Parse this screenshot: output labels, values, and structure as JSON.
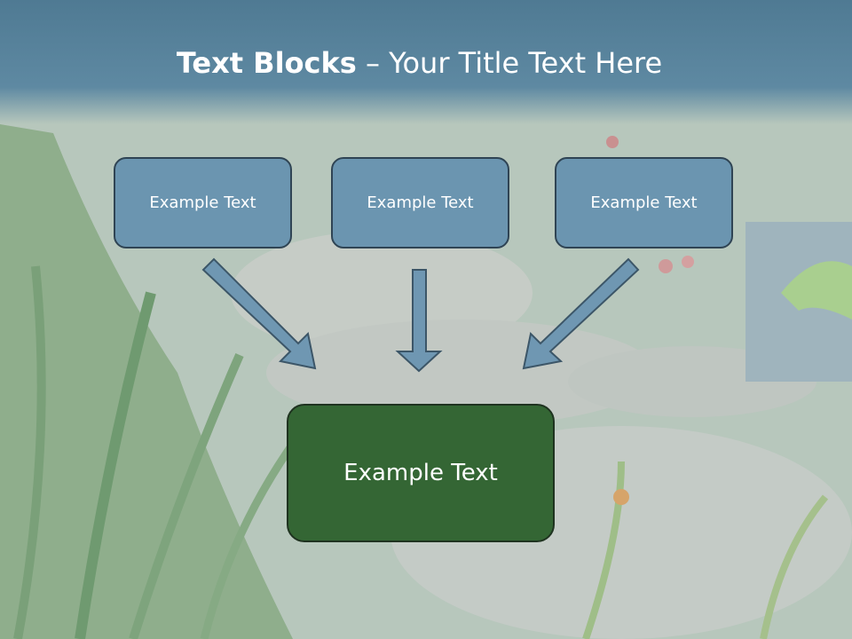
{
  "title": {
    "bold": "Text Blocks",
    "separator": " – ",
    "rest": "Your Title Text Here"
  },
  "blocks": [
    {
      "label": "Example Text"
    },
    {
      "label": "Example Text"
    },
    {
      "label": "Example Text"
    }
  ],
  "main_block": {
    "label": "Example Text"
  },
  "colors": {
    "banner": "#5a86a0",
    "box_fill": "#6b95b0",
    "main_fill": "#346634",
    "arrow_fill": "#6f97b2"
  }
}
